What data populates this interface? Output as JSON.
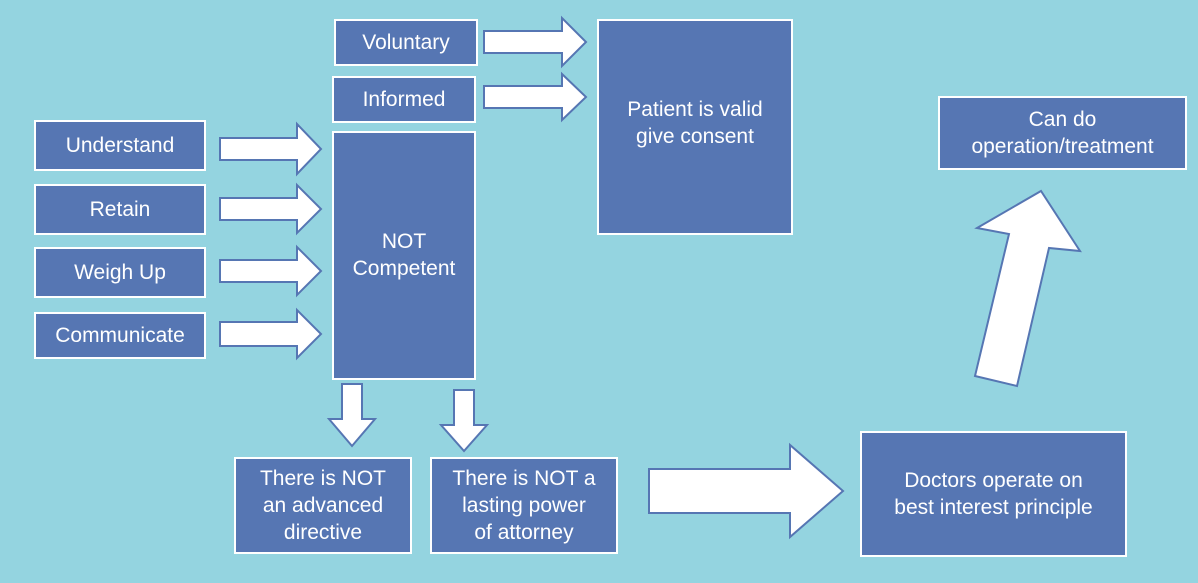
{
  "boxes": {
    "voluntary": "Voluntary",
    "informed": "Informed",
    "understand": "Understand",
    "retain": "Retain",
    "weigh_up": "Weigh Up",
    "communicate": "Communicate",
    "not_competent": "NOT\nCompetent",
    "valid_consent": "Patient is valid\ngive consent",
    "can_do": "Can do\noperation/treatment",
    "no_directive": "There is NOT\nan advanced\ndirective",
    "no_attorney": "There is NOT a\nlasting power\nof attorney",
    "best_interest": "Doctors operate on\nbest interest principle"
  },
  "colors": {
    "background": "#94D4E0",
    "box_fill": "#5676B3",
    "box_border": "#FFFFFF",
    "arrow_fill": "#FFFFFF",
    "arrow_stroke": "#5676B3"
  }
}
